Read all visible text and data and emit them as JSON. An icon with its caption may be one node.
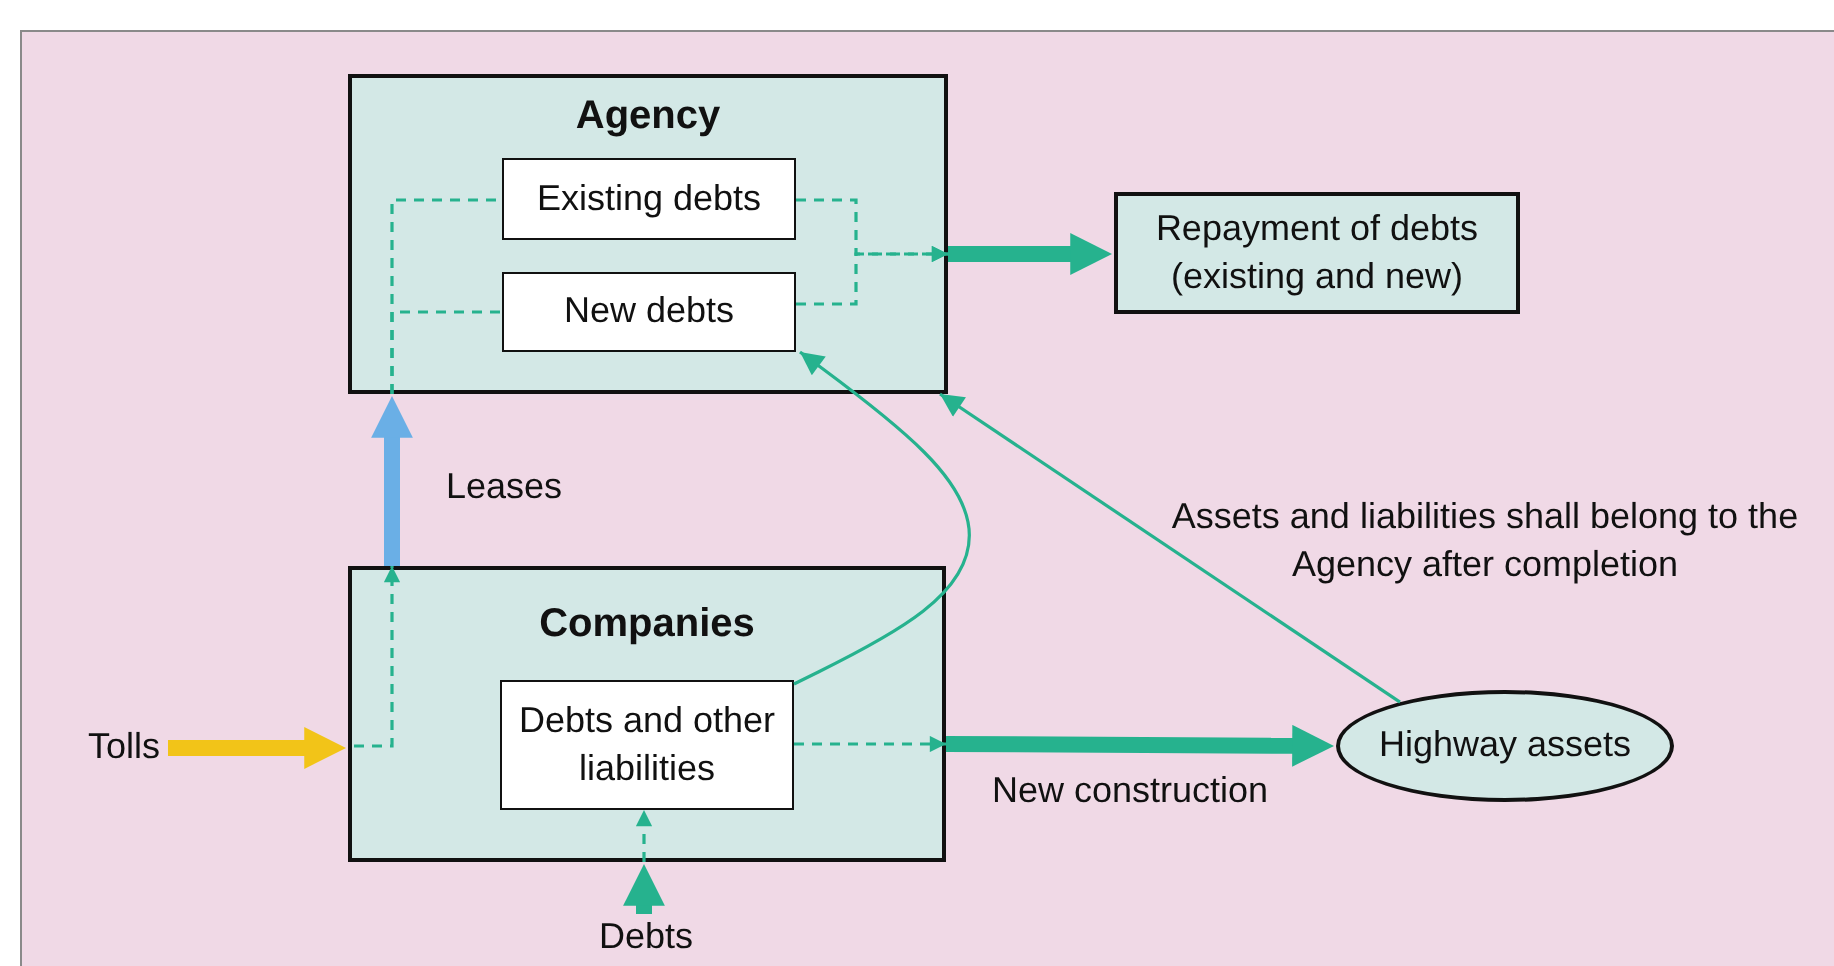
{
  "diagram": {
    "nodes": [
      {
        "text": [
          "Agency"
        ]
      },
      {
        "text": [
          "Existing debts"
        ],
        "in": 0
      },
      {
        "text": [
          "New debts"
        ],
        "in": 0
      },
      {
        "text": [
          "Repayment of debts (existing and new)"
        ]
      },
      {
        "text": [
          "Companies"
        ]
      },
      {
        "text": [
          "Debts and other liabilities"
        ],
        "in": 4
      },
      {
        "text": [
          "Highway assets"
        ]
      },
      {
        "text": [
          "Tolls"
        ]
      },
      {
        "text": [
          "Debts"
        ]
      }
    ],
    "edges": [
      {
        "from": 7,
        "to": 4,
        "arrow": "to",
        "style": "thick",
        "color": "#f2c418"
      },
      {
        "from": null,
        "to": 4,
        "arrow": "to",
        "style": "dashed"
      },
      {
        "from": 4,
        "to": 0,
        "arrow": "to",
        "style": "thick",
        "color": "#6aafe6",
        "label": "Leases"
      },
      {
        "from": 0,
        "to": 1,
        "arrow": "none",
        "style": "dashed"
      },
      {
        "from": 0,
        "to": 2,
        "arrow": "none",
        "style": "dashed"
      },
      {
        "from": 1,
        "to": 0,
        "arrow": "to",
        "style": "dashed"
      },
      {
        "from": 2,
        "to": 0,
        "arrow": "to",
        "style": "dashed"
      },
      {
        "from": 0,
        "to": 3,
        "arrow": "to",
        "style": "thick"
      },
      {
        "from": 8,
        "to": 4,
        "arrow": "to",
        "style": "thick"
      },
      {
        "from": 4,
        "to": 5,
        "arrow": "to",
        "style": "dashed"
      },
      {
        "from": 5,
        "to": 4,
        "arrow": "to",
        "style": "dashed"
      },
      {
        "from": 4,
        "to": 6,
        "arrow": "to",
        "style": "thick",
        "label": "New construction"
      },
      {
        "from": 5,
        "to": 2,
        "arrow": "to"
      },
      {
        "from": 6,
        "to": 0,
        "arrow": "to",
        "label": "Assets and liabilities shall belong to the Agency after completion"
      }
    ]
  }
}
